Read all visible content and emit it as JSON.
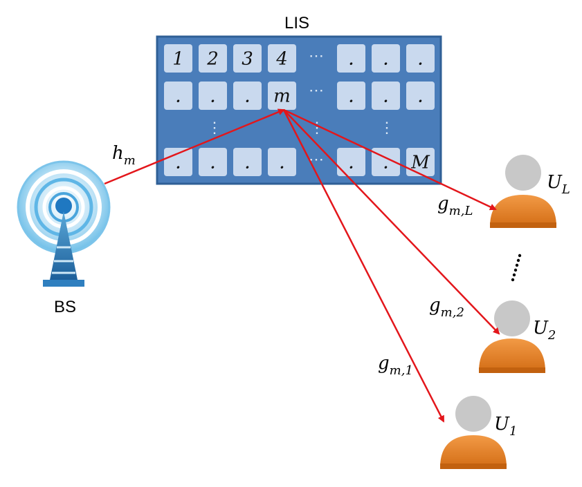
{
  "title": "LIS",
  "base_station": {
    "label": "BS"
  },
  "lis": {
    "row1": [
      "1",
      "2",
      "3",
      "4",
      "",
      ".",
      ".",
      "."
    ],
    "row2": [
      ".",
      ".",
      ".",
      "m",
      "",
      ".",
      ".",
      "."
    ],
    "row3": [
      ".",
      ".",
      ".",
      ".",
      "",
      ".",
      ".",
      "M"
    ],
    "dots_horizontal": "⋯",
    "dots_vertical": "⋮"
  },
  "channels": {
    "bs_to_lis": {
      "base": "h",
      "sub": "m"
    },
    "to_user_L": {
      "base": "g",
      "sub": "m,L"
    },
    "to_user_2": {
      "base": "g",
      "sub": "m,2"
    },
    "to_user_1": {
      "base": "g",
      "sub": "m,1"
    }
  },
  "users": [
    {
      "id": "L",
      "base": "U",
      "sub": "L"
    },
    {
      "id": "2",
      "base": "U",
      "sub": "2"
    },
    {
      "id": "1",
      "base": "U",
      "sub": "1"
    }
  ],
  "user_dots": "⋮",
  "colors": {
    "panel": "#4a7dba",
    "panel_border": "#2f5f96",
    "element": "#c9d9ee",
    "arrow": "#e3161b",
    "user_body": "#e8842a",
    "user_head": "#c8c8c8"
  }
}
